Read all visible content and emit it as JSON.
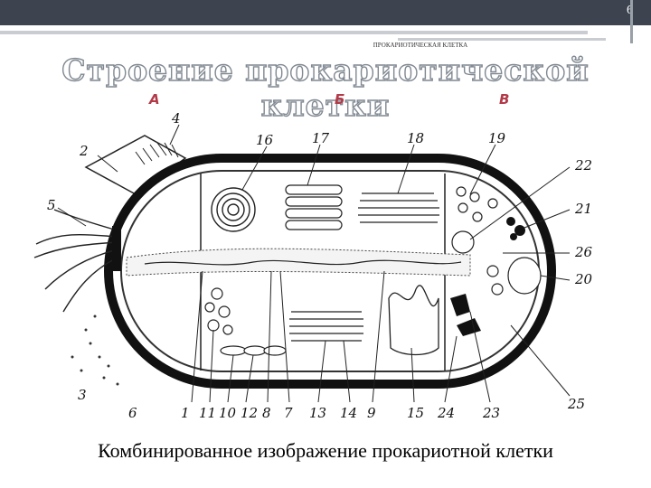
{
  "slide": {
    "number": "6",
    "small_heading": "ПРОКАРИОТИЧЕСКАЯ КЛЕТКА",
    "title": "Строение прокариотической клетки",
    "caption": "Комбинированное изображение прокариотной клетки"
  },
  "figure": {
    "section_labels": [
      "А",
      "Б",
      "В"
    ],
    "part_labels": {
      "n1": "1",
      "n2": "2",
      "n3": "3",
      "n4": "4",
      "n5": "5",
      "n6": "6",
      "n7": "7",
      "n8": "8",
      "n9": "9",
      "n10": "10",
      "n11": "11",
      "n12": "12",
      "n13": "13",
      "n14": "14",
      "n15": "15",
      "n16": "16",
      "n17": "17",
      "n18": "18",
      "n19": "19",
      "n20": "20",
      "n21": "21",
      "n22": "22",
      "n23": "23",
      "n24": "24",
      "n25": "25",
      "n26": "26"
    }
  },
  "colors": {
    "header_band": "#3d4450",
    "section_label": "#b23a48"
  }
}
